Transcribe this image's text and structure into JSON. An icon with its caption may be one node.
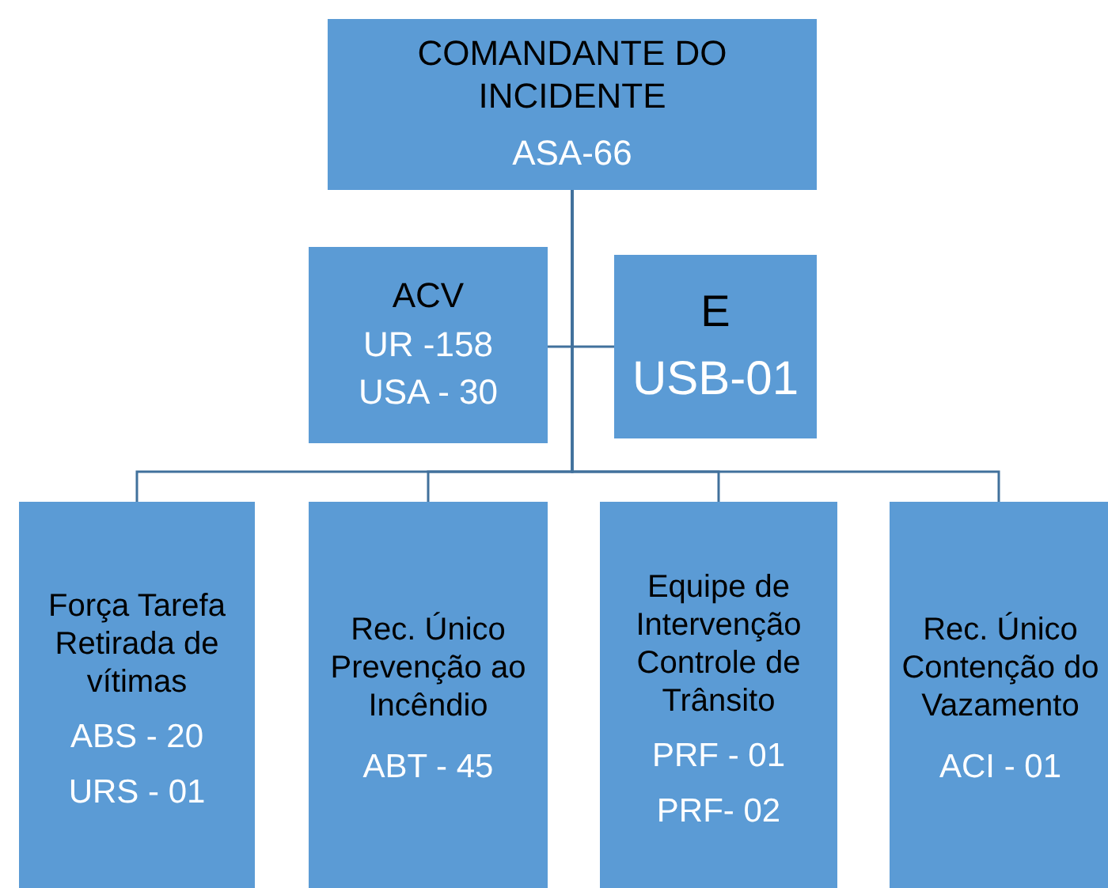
{
  "diagram": {
    "nodes": [
      {
        "text": [
          "COMANDANTE DO INCIDENTE",
          "ASA-66"
        ]
      },
      {
        "text": [
          "ACV",
          "UR -158",
          "USA - 30"
        ]
      },
      {
        "text": [
          "E",
          "USB-01"
        ]
      },
      {
        "text": [
          "Força Tarefa Retirada de vítimas",
          "ABS - 20",
          "URS - 01"
        ]
      },
      {
        "text": [
          "Rec. Único Prevenção ao Incêndio",
          "ABT - 45"
        ]
      },
      {
        "text": [
          "Equipe de Intervenção Controle de Trânsito",
          "PRF - 01",
          "PRF- 02"
        ]
      },
      {
        "text": [
          "Rec. Único Contenção do Vazamento",
          "ACI - 01"
        ]
      }
    ],
    "edges": [
      {
        "from": 0,
        "to": 1,
        "arrow": "none"
      },
      {
        "from": 0,
        "to": 2,
        "arrow": "none"
      },
      {
        "from": 0,
        "to": 3,
        "arrow": "none"
      },
      {
        "from": 0,
        "to": 4,
        "arrow": "none"
      },
      {
        "from": 0,
        "to": 5,
        "arrow": "none"
      },
      {
        "from": 0,
        "to": 6,
        "arrow": "none"
      }
    ]
  }
}
